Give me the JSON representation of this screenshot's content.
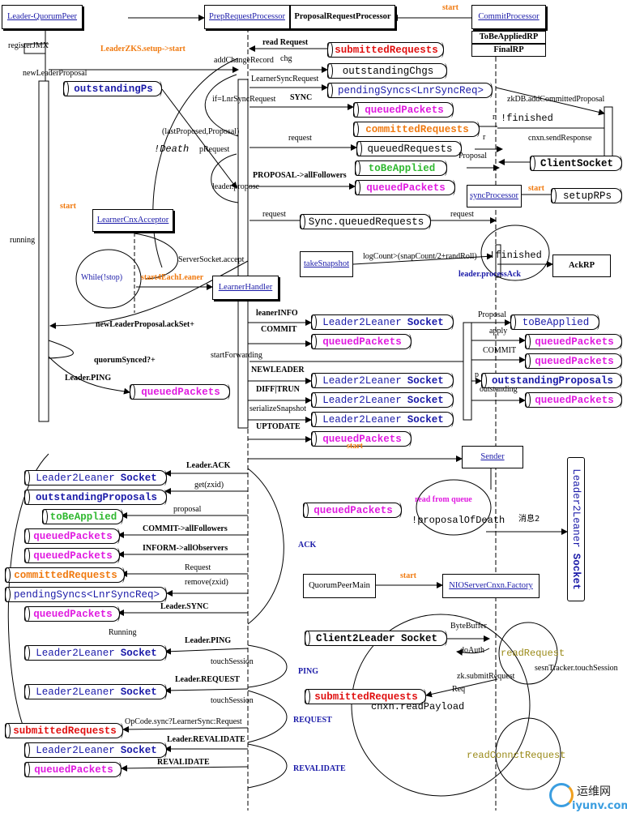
{
  "boxes": {
    "leader_quorum_peer": "Leader-QuorumPeer",
    "prep_request_processor": "PrepRequestProcessor",
    "proposal_request_processor": "ProposalRequestProcessor",
    "commit_processor": "CommitProcessor",
    "to_be_applied_rp": "ToBeAppliedRP",
    "final_rp": "FinalRP",
    "sync_processor": "syncProcessor",
    "learner_cnx_acceptor": "LearnerCnxAcceptor",
    "learner_handler": "LearnerHandler",
    "take_snapshot": "takeSnapshot",
    "ack_rp": "AckRP",
    "sender": "Sender",
    "quorum_peer_main": "QuorumPeerMain",
    "nio_server_cnxn_factory": "NIOServerCnxn.Factory"
  },
  "queues": {
    "submitted_requests_top": "submittedRequests",
    "outstanding_chgs": "outstandingChgs",
    "pending_syncs_top": "pendingSyncs<LnrSyncReq>",
    "outstanding_ps": "outstandingPs",
    "queued_packets_1": "queuedPackets",
    "committed_requests_top": "committedRequests",
    "queued_requests_top": "queuedRequests",
    "client_socket": "ClientSocket",
    "to_be_applied_top": "toBeApplied",
    "queued_packets_2": "queuedPackets",
    "setup_rps": "setupRPs",
    "sync_queued_requests": "Sync.queuedRequests",
    "l2l_socket_1_name": "Leader2Leaner",
    "l2l_socket_1_kw": "Socket",
    "queued_packets_3": "queuedPackets",
    "queued_packets_ping": "queuedPackets",
    "l2l_socket_2_name": "Leader2Leaner",
    "l2l_socket_2_kw": "Socket",
    "l2l_socket_3_name": "Leader2Leaner",
    "l2l_socket_3_kw": "Socket",
    "l2l_socket_4_name": "Leader2Leaner",
    "l2l_socket_4_kw": "Socket",
    "queued_packets_4": "queuedPackets",
    "to_be_applied_right": "toBeApplied",
    "queued_packets_r1": "queuedPackets",
    "queued_packets_r2": "queuedPackets",
    "outstanding_proposals_right": "outstandingProposals",
    "queued_packets_r3": "queuedPackets",
    "l2l_socket_ack_name": "Leader2Leaner",
    "l2l_socket_ack_kw": "Socket",
    "outstanding_proposals_left": "outstandingProposals",
    "to_be_applied_left": "toBeApplied",
    "queued_packets_l1": "queuedPackets",
    "queued_packets_l2": "queuedPackets",
    "committed_requests_left": "committedRequests",
    "pending_syncs_left": "pendingSyncs<LnrSyncReq>",
    "queued_packets_l3": "queuedPackets",
    "queued_packets_sender": "queuedPackets",
    "l2l_socket_ping_name": "Leader2Leaner",
    "l2l_socket_ping_kw": "Socket",
    "l2l_socket_req_name": "Leader2Leaner",
    "l2l_socket_req_kw": "Socket",
    "client2leader_socket": "Client2Leader Socket",
    "submitted_requests_bottom": "submittedRequests",
    "l2l_socket_reval_name": "Leader2Leaner",
    "l2l_socket_reval_kw": "Socket",
    "queued_packets_reval": "queuedPackets"
  },
  "vertical_queue": {
    "name": "Leader2Leaner",
    "kw": "Socket"
  },
  "labels": {
    "start_commit": "start",
    "register_jmx": "registerJMX",
    "leader_zks_setup_start": "LeaderZKS.setup->start",
    "new_leader_proposal": "newLeaderProposal",
    "read_request": "read Request",
    "add_change_record": "addChangeRecord",
    "chg": "chg",
    "learner_sync_request": "LearnerSyncRequest",
    "if_lnr_sync_request": "if=LnrSyncRequest",
    "sync": "SYNC",
    "zkdb_add_committed_proposal": "zkDB.addCommittedProposal",
    "r_1": "r",
    "finished_1": "!finished",
    "r_2": "r",
    "cnxn_send_response": "cnxn.sendResponse",
    "last_proposed": "(lastProposed,Proposal)",
    "death": "!Death",
    "p_request": "pRequest",
    "request_1": "request",
    "proposal_1": "Proposal",
    "proposal_all_followers": "PROPOSAL->allFollowers",
    "leader_propose": "leader.propose",
    "start_sync": "start",
    "request_2": "request",
    "request_3": "request",
    "start_acceptor": "start",
    "server_socket_accept": "ServerSocket.accept",
    "running": "running",
    "while_stop": "While(!stop)",
    "start4each_leaner": "start4EachLeaner",
    "log_count": "logCount>(snapCount/2+randRoll)",
    "finished_2": "!finished",
    "leader_process_ack": "leader.processAck",
    "leaner_info": "leanerINFO",
    "commit_1": "COMMIT",
    "new_leader_proposal_ack_set": "newLeaderProposal.ackSet+",
    "start_forwarding": "startForwarding",
    "quorum_synced": "quorumSynced?+",
    "new_leader": "NEWLEADER",
    "leader_ping": "Leader.PING",
    "diff_trun": "DIFF|TRUN",
    "serialize_snapshot": "serializeSnapshot",
    "uptodate": "UPTODATE",
    "start_sender": "start",
    "proposal_2": "Proposal",
    "apply": "apply",
    "commit_2": "COMMIT",
    "p": "p",
    "outstanding": "outstanding",
    "leader_ack": "Leader.ACK",
    "get_zxid": "get(zxid)",
    "proposal_3": "proposal",
    "commit_all_followers": "COMMIT->allFollowers",
    "inform_all_observers": "INFORM->allObservers",
    "request_4": "Request",
    "remove_zxid": "remove(zxid)",
    "leader_sync": "Leader.SYNC",
    "ack": "ACK",
    "read_from_queue": "read from queue",
    "proposal_of_death": "!proposalOfDeath",
    "message_2": "消息2",
    "start_nio": "start",
    "running_2": "Running",
    "leader_ping_2": "Leader.PING",
    "touch_session_1": "touchSession",
    "ping": "PING",
    "leader_request": "Leader.REQUEST",
    "touch_session_2": "touchSession",
    "request_upper": "REQUEST",
    "opcode_sync": "OpCode.sync?LearnerSync:Request",
    "leader_revalidate": "Leader.REVALIDATE",
    "revalidate": "REVALIDATE",
    "revalidate_blue": "REVALIDATE",
    "byte_buffer": "ByteBuffer",
    "do_auth": "doAuth",
    "read_request_2": "readRequest",
    "zk_submit_request": "zk.submitRequest",
    "sesn_tracker": "sesnTracker.touchSession",
    "req": "Req",
    "cnxn_read_payload": "cnxn.readPayload",
    "read_connct_request": "readConnctRequest"
  },
  "logo": {
    "cn": "运维网",
    "en": "iyunv.com"
  }
}
